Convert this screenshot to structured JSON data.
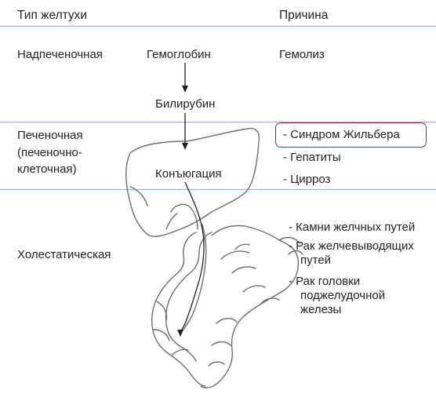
{
  "headers": {
    "type": "Тип желтухи",
    "cause": "Причина"
  },
  "rows": {
    "prehepatic": {
      "type": "Надпеченочная",
      "pathway": "Гемоглобин",
      "cause": "Гемолиз"
    },
    "pathway_mid": "Билирубин",
    "hepatic": {
      "type_lines": [
        "Печеночная",
        "(печеночно-",
        "клеточная)"
      ],
      "pathway": "Конъюгация",
      "causes": [
        "- Синдром Жильбера",
        "- Гепатиты",
        "- Цирроз"
      ],
      "highlighted_cause": "- Синдром Жильбера"
    },
    "cholestatic": {
      "type": "Холестатическая",
      "causes": [
        [
          "- Камни желчных путей"
        ],
        [
          "- Рак желчевыводящих",
          "путей"
        ],
        [
          "- Рак головки",
          "поджелудочной",
          "железы"
        ]
      ]
    }
  },
  "colors": {
    "divider": "#5ec6e8",
    "highlight": "#a8234a",
    "text": "#231f20",
    "drawing": "#6d6e70"
  }
}
